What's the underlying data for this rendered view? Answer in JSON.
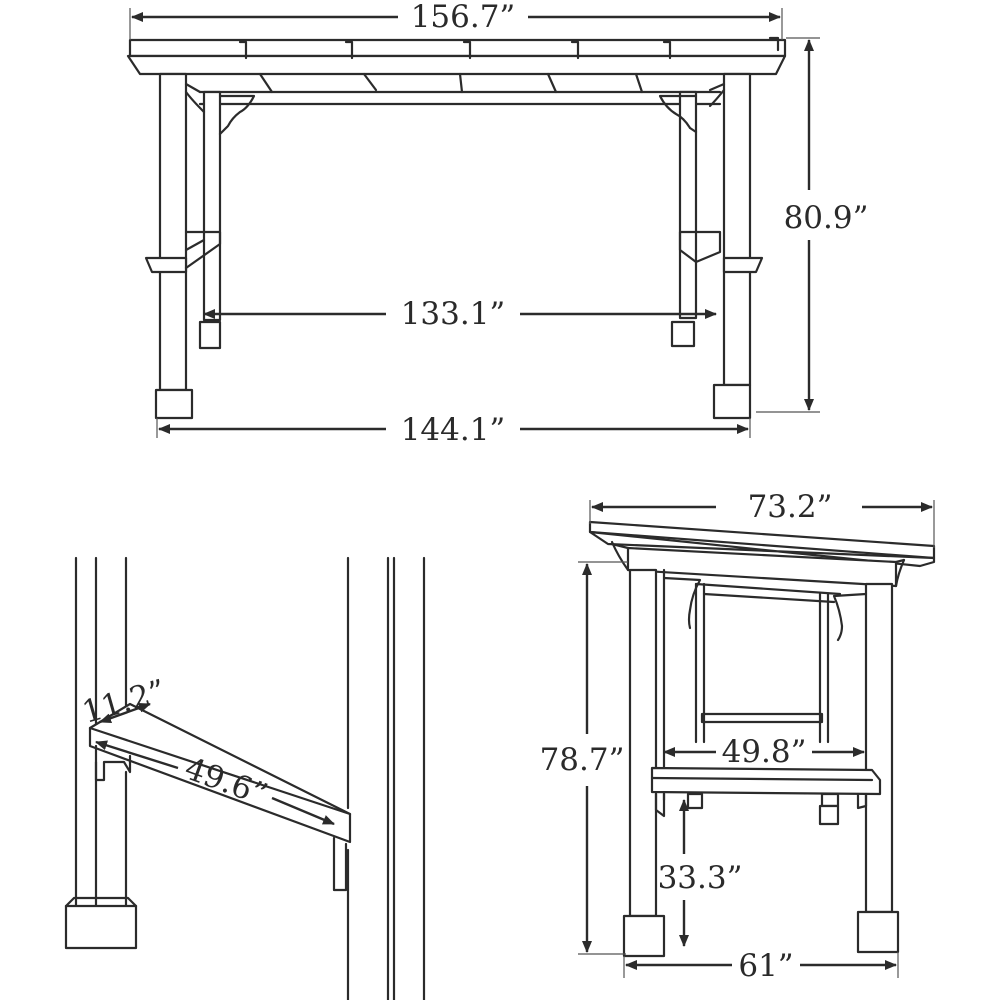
{
  "diagram": {
    "front_view": {
      "overall_width": "156.7”",
      "height": "80.9”",
      "inner_post_span": "133.1”",
      "outer_post_span": "144.1”"
    },
    "bench_detail": {
      "depth": "11.2”",
      "length": "49.6”"
    },
    "side_view": {
      "overall_depth": "73.2”",
      "height": "78.7”",
      "inner_width": "49.8”",
      "bench_height": "33.3”",
      "post_span": "61”"
    }
  }
}
